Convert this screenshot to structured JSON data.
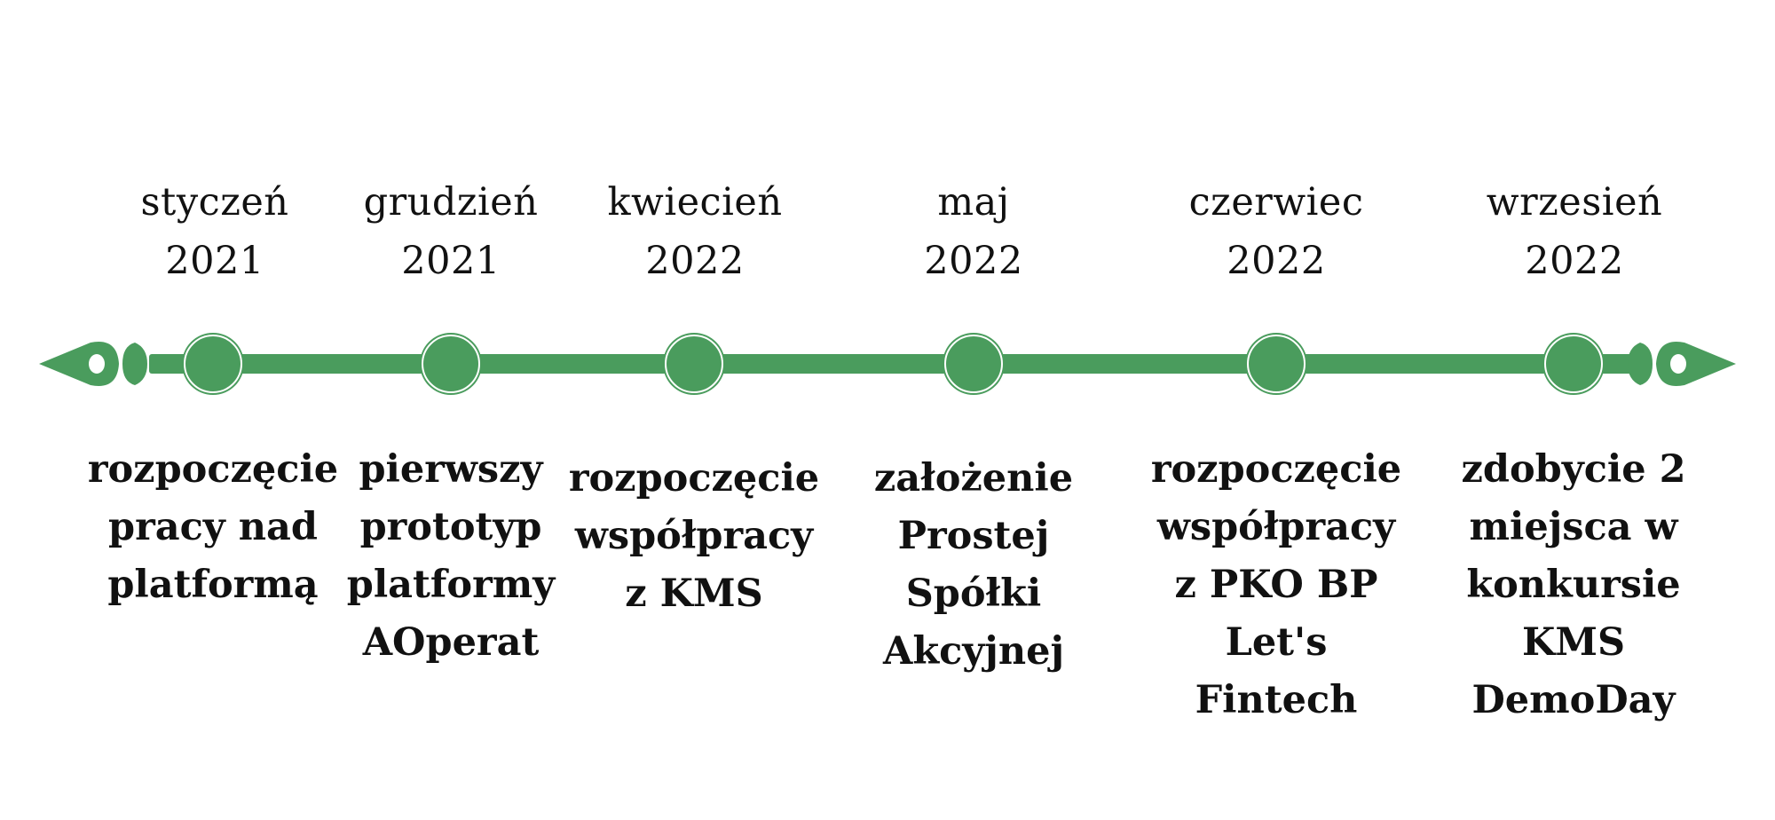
{
  "colors": {
    "accent": "#4a9c5d",
    "text": "#111111",
    "background": "#ffffff"
  },
  "milestones": [
    {
      "month": "styczeń",
      "year": "2021",
      "event": "rozpoczęcie pracy nad platformą"
    },
    {
      "month": "grudzień",
      "year": "2021",
      "event": "pierwszy prototyp platformy AOperat"
    },
    {
      "month": "kwiecień",
      "year": "2022",
      "event": "rozpoczęcie współpracy z KMS"
    },
    {
      "month": "maj",
      "year": "2022",
      "event": "założenie Prostej Spółki Akcyjnej"
    },
    {
      "month": "czerwiec",
      "year": "2022",
      "event": "rozpoczęcie współpracy z PKO BP Let's Fintech"
    },
    {
      "month": "wrzesień",
      "year": "2022",
      "event": "zdobycie 2 miejsca w konkursie KMS DemoDay"
    }
  ]
}
